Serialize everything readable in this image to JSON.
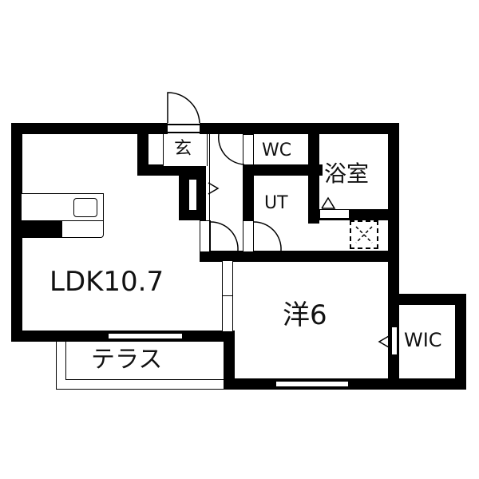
{
  "floorplan": {
    "rooms": [
      {
        "id": "ldk",
        "label": "LDK10.7"
      },
      {
        "id": "western",
        "label": "洋6"
      },
      {
        "id": "entrance",
        "label": "玄"
      },
      {
        "id": "wc",
        "label": "WC"
      },
      {
        "id": "bath",
        "label": "浴室"
      },
      {
        "id": "utility",
        "label": "UT"
      },
      {
        "id": "wic",
        "label": "WIC"
      },
      {
        "id": "terrace",
        "label": "テラス"
      }
    ],
    "colors": {
      "wall": "#000000",
      "background": "#ffffff"
    }
  }
}
